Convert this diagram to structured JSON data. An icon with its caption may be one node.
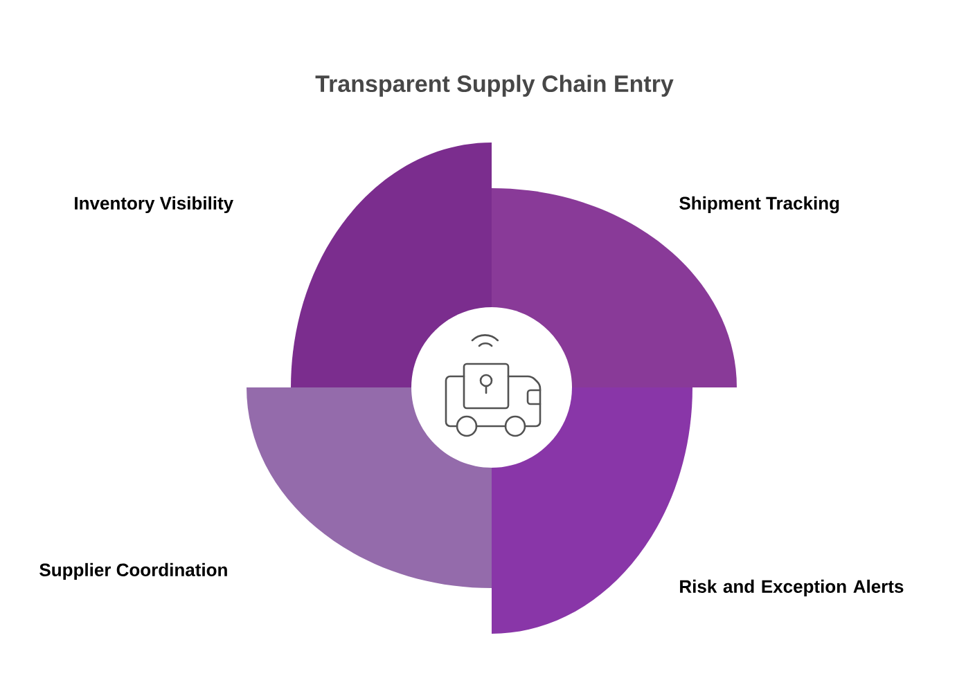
{
  "diagram": {
    "title": "Transparent Supply Chain Entry",
    "nodes": [
      {
        "text": [
          "Inventory Visibility"
        ]
      },
      {
        "text": [
          "Shipment Tracking"
        ]
      },
      {
        "text": [
          "Supplier Coordination"
        ]
      },
      {
        "text": [
          "Risk and Exception Alerts"
        ]
      },
      {
        "text": [],
        "shape": "circle"
      }
    ]
  }
}
